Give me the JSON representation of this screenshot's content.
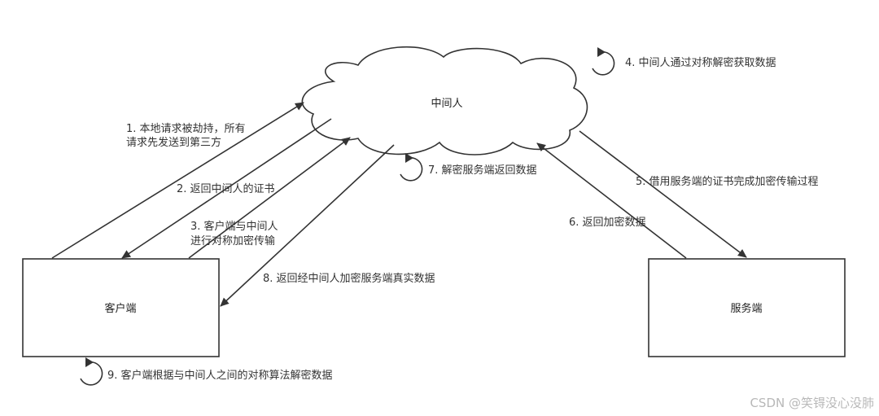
{
  "nodes": {
    "client": "客户端",
    "server": "服务端",
    "mitm": "中间人"
  },
  "steps": {
    "s1": [
      "1. 本地请求被劫持，所有",
      "请求先发送到第三方"
    ],
    "s2": "2. 返回中间人的证书",
    "s3": [
      "3. 客户端与中间人",
      "进行对称加密传输"
    ],
    "s4": "4. 中间人通过对称解密获取数据",
    "s5": "5. 借用服务端的证书完成加密传输过程",
    "s6": "6. 返回加密数据",
    "s7": "7. 解密服务端返回数据",
    "s8": "8. 返回经中间人加密服务端真实数据",
    "s9": "9. 客户端根据与中间人之间的对称算法解密数据"
  },
  "watermark": "CSDN @笑锝没心没肺",
  "colors": {
    "stroke": "#333333",
    "background": "#ffffff",
    "text": "#333333",
    "watermark": "#b8b8b8"
  },
  "icons": {
    "cycle": "clockwise-loop-arrow-icon"
  }
}
